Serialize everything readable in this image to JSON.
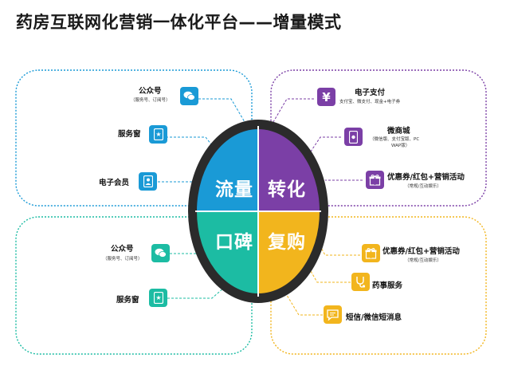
{
  "title": "药房互联网化营销一体化平台——增量模式",
  "quadrants": {
    "top_left": "流量",
    "top_right": "转化",
    "bottom_left": "口碑",
    "bottom_right": "复购"
  },
  "colors": {
    "flow": "#1a9ad6",
    "convert": "#7b3fa6",
    "word": "#1cbca3",
    "repurchase": "#f2b51d",
    "ring": "#333333"
  },
  "top_left_items": [
    {
      "label": "公众号",
      "sub": "（服务号、订阅号）",
      "icon": "chat-icon"
    },
    {
      "label": "服务窗",
      "sub": "",
      "icon": "star-card-icon"
    },
    {
      "label": "电子会员",
      "sub": "",
      "icon": "member-icon"
    }
  ],
  "top_right_items": [
    {
      "label": "电子支付",
      "sub": "支付宝、微支付、现金+电子券",
      "icon": "yen-icon"
    },
    {
      "label": "微商城",
      "sub": "（微信版、支付宝版、PC",
      "sub2": "WAP版）",
      "icon": "phone-shop-icon"
    },
    {
      "label": "优惠券/红包+营销活动",
      "sub": "（常规/互动娱乐）",
      "icon": "gift-icon"
    }
  ],
  "bottom_left_items": [
    {
      "label": "公众号",
      "sub": "（服务号、订阅号）",
      "icon": "chat-icon"
    },
    {
      "label": "服务窗",
      "sub": "",
      "icon": "star-card-icon"
    }
  ],
  "bottom_right_items": [
    {
      "label": "优惠券/红包+营销活动",
      "sub": "（常规/互动娱乐）",
      "icon": "gift-icon"
    },
    {
      "label": "药事服务",
      "sub": "",
      "icon": "stethoscope-icon"
    },
    {
      "label": "短信/微信短消息",
      "sub": "",
      "icon": "message-icon"
    }
  ]
}
